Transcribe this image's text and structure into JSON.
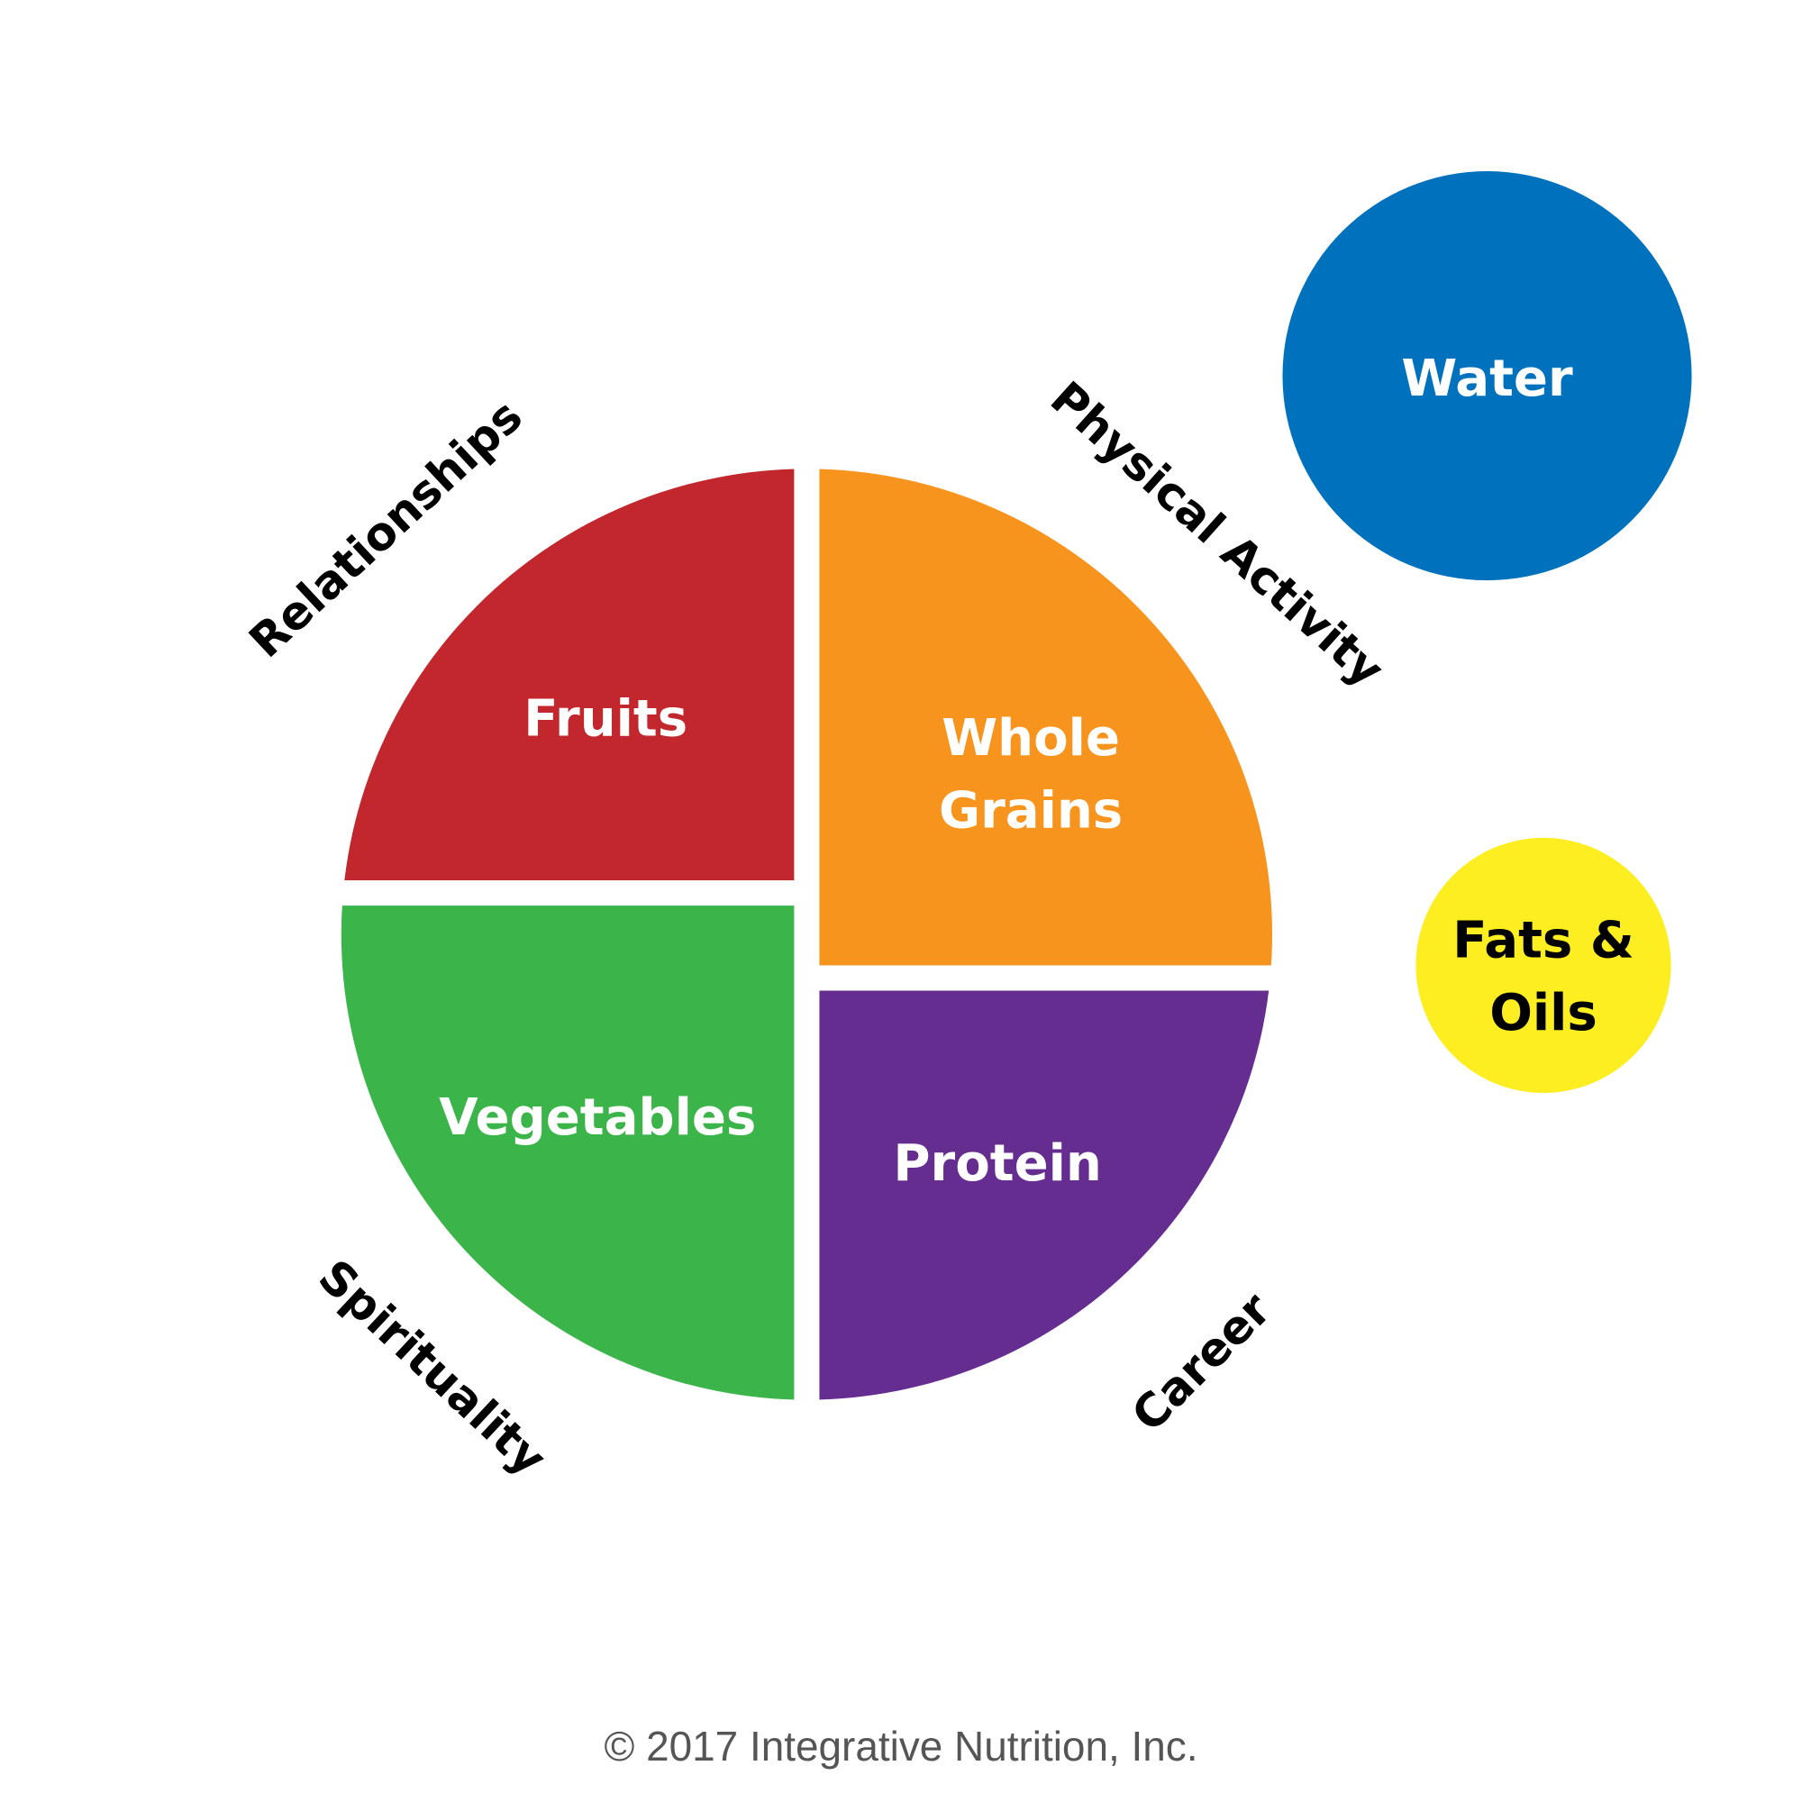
{
  "plate": {
    "fruits": {
      "label": "Fruits",
      "color": "#c1272d"
    },
    "whole_grains": {
      "label_line1": "Whole",
      "label_line2": "Grains",
      "color": "#f7941e"
    },
    "vegetables": {
      "label": "Vegetables",
      "color": "#3bb44a"
    },
    "protein": {
      "label": "Protein",
      "color": "#662d91"
    }
  },
  "side_items": {
    "water": {
      "label": "Water",
      "color": "#0071bc"
    },
    "fats_oils": {
      "label_line1": "Fats &",
      "label_line2": "Oils",
      "color": "#fcee21"
    }
  },
  "primary_food": {
    "relationships": "Relationships",
    "physical_activity": "Physical Activity",
    "spirituality": "Spirituality",
    "career": "Career"
  },
  "footer": {
    "copyright": "© 2017 Integrative Nutrition, Inc."
  }
}
